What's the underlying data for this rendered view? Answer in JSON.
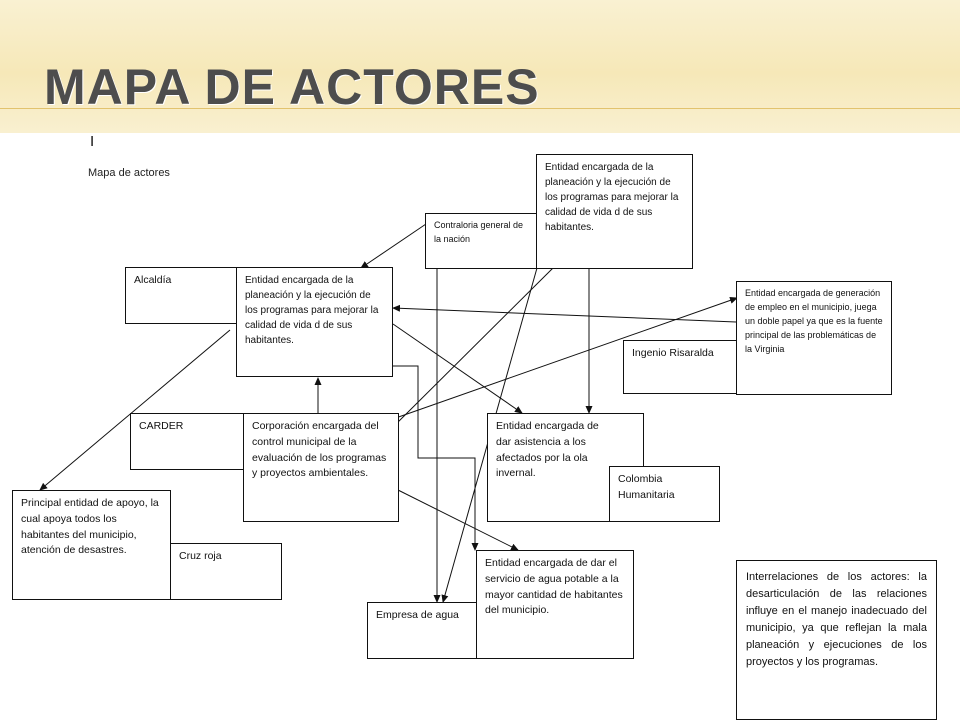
{
  "slide": {
    "title": "Mapa de actores",
    "cursor_mark": "I",
    "subtitle": "Mapa de actores"
  },
  "actors": {
    "contraloria": "Contraloria general de la nación",
    "entidad_top": "Entidad encargada de la planeación y la ejecución de los programas para mejorar la calidad de vida d de sus habitantes.",
    "alcaldia": "Alcaldía",
    "entidad_alcaldia": "Entidad encargada de la planeación y la ejecución de los programas para mejorar la calidad de vida d de sus habitantes.",
    "entidad_empleo": "Entidad encargada de generación de empleo en el municipio, juega un doble papel ya que es la fuente principal de las problemáticas de la Virginia",
    "ingenio": "Ingenio Risaralda",
    "carder": "CARDER",
    "corporacion": "Corporación encargada del control municipal de la evaluación de los programas y proyectos ambientales.",
    "entidad_asistencia": "Entidad encargada de dar asistencia a los afectados por la ola invernal.",
    "colombia_humanitaria": "Colombia Humanitaria",
    "principal_apoyo": "Principal entidad de apoyo, la cual apoya todos los habitantes del municipio, atención de desastres.",
    "cruz_roja": "Cruz roja",
    "entidad_agua": "Entidad encargada de dar el servicio de agua potable a la mayor cantidad de habitantes del municipio.",
    "empresa_agua": "Empresa de agua",
    "interrelaciones": "Interrelaciones de los actores: la desarticulación de las relaciones influye en el manejo inadecuado del municipio, ya que reflejan la mala planeación y ejecuciones de los proyectos y los programas."
  },
  "colors": {
    "header_band": "#f6e8b8",
    "title": "#4d4d4d",
    "border": "#111111"
  }
}
